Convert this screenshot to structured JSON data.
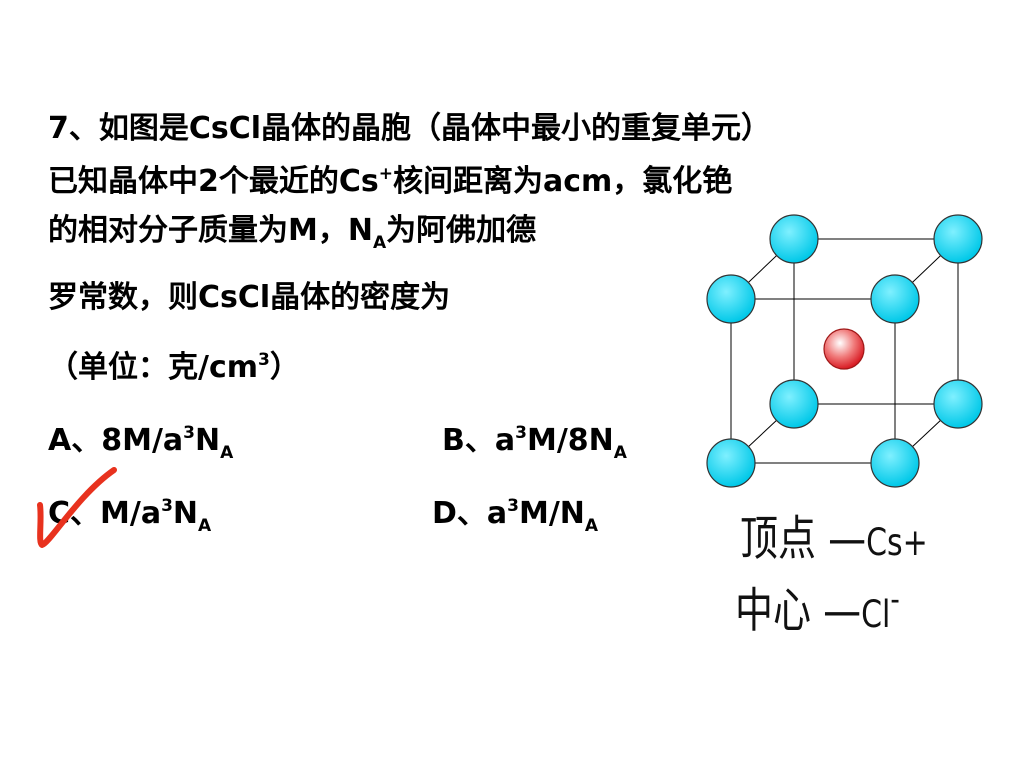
{
  "question": {
    "line1": "7、如图是CsCl晶体的晶胞（晶体中最小的重复单元）",
    "line2_a": "已知晶体中2个最近的Cs",
    "line2_sup": "+",
    "line2_b": "核间距离为acm，氯化铯",
    "line3_a": "的相对分子质量为M，N",
    "line3_sub": "A",
    "line3_b": "为阿佛加德",
    "line4": "罗常数，则CsCl晶体的密度为",
    "line5_a": "（单位：克/cm",
    "line5_sup": "3",
    "line5_b": "）"
  },
  "options": {
    "A": {
      "a": "A、8M/a",
      "sup": "3",
      "b": "N",
      "sub": "A"
    },
    "B": {
      "a": "B、a",
      "sup": "3",
      "b": "M/8N",
      "sub": "A"
    },
    "C": {
      "a": "C、M/a",
      "sup": "3",
      "b": "N",
      "sub": "A"
    },
    "D": {
      "a": "D、a",
      "sup": "3",
      "b": "M/N",
      "sub": "A"
    }
  },
  "legend": {
    "vertex_label": "顶点",
    "vertex_dash": "—",
    "vertex_ion": "Cs+",
    "center_label": "中心",
    "center_dash": "—",
    "center_ion": "Cl",
    "center_ion_sup": "-"
  },
  "colors": {
    "cs_atom": "#1ad4f0",
    "cl_atom": "#e8232a",
    "check_mark": "#e8321e"
  }
}
